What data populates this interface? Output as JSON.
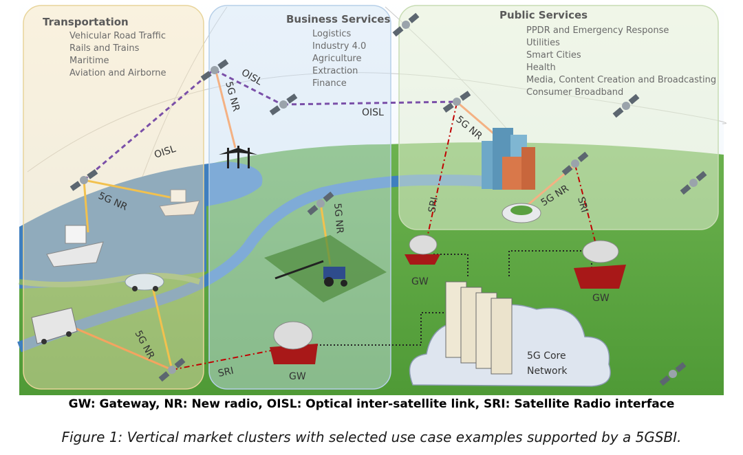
{
  "clusters": {
    "transportation": {
      "title": "Transportation",
      "items": [
        "Vehicular Road Traffic",
        "Rails and Trains",
        "Maritime",
        "Aviation and Airborne"
      ]
    },
    "business": {
      "title": "Business Services",
      "items": [
        "Logistics",
        "Industry 4.0",
        "Agriculture",
        "Extraction",
        "Finance"
      ]
    },
    "public": {
      "title": "Public Services",
      "items": [
        "PPDR and Emergency Response",
        "Utilities",
        "Smart Cities",
        "Health",
        "Media, Content Creation and Broadcasting",
        "Consumer Broadband"
      ]
    }
  },
  "links": {
    "oisl": "OISL",
    "nr": "5G NR",
    "sri": "SRI",
    "gw": "GW",
    "core_line1": "5G Core",
    "core_line2": "Network"
  },
  "legend": "GW: Gateway, NR: New radio, OISL: Optical inter-satellite link, SRI: Satellite Radio interface",
  "caption": "Figure 1: Vertical market clusters with selected use case examples supported by a 5GSBI.",
  "colors": {
    "oisl": "#7a4fa8",
    "nr": "#f4b183",
    "sri": "#c00000",
    "land": "#5aa040",
    "water": "#3f7fbf"
  }
}
